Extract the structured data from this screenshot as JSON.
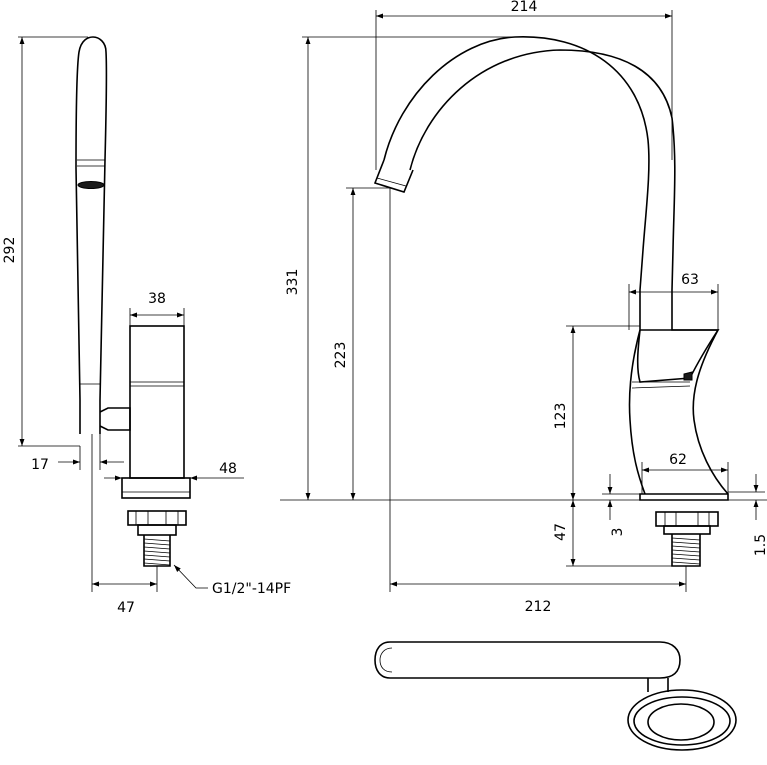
{
  "dimensions": {
    "total_height_side": "292",
    "handle_width": "38",
    "offset_17": "17",
    "base_48": "48",
    "offset_47_bottom": "47",
    "thread": "G1/2\"-14PF",
    "spout_reach_top": "214",
    "total_height_front": "331",
    "spout_outlet_height": "223",
    "body_width_63": "63",
    "body_height_123": "123",
    "base_width_62": "62",
    "shank_47": "47",
    "gap_3": "3",
    "plate_1_5": "1.5",
    "base_reach_212": "212"
  }
}
